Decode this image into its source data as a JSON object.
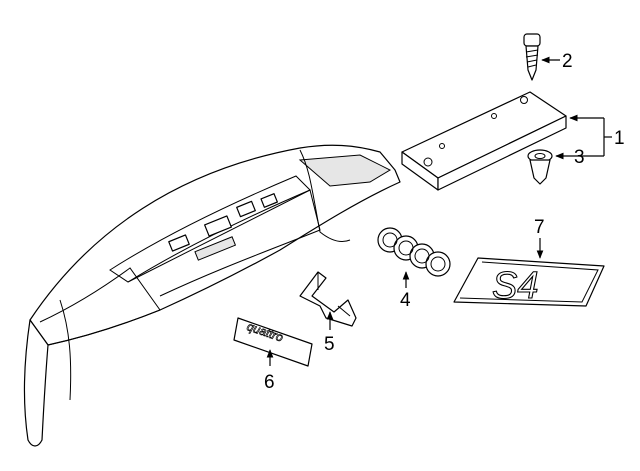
{
  "callouts": {
    "c1": "1",
    "c2": "2",
    "c3": "3",
    "c4": "4",
    "c5": "5",
    "c6": "6",
    "c7": "7"
  },
  "badges": {
    "model_badge": "S4",
    "word_badge": "quattro"
  }
}
